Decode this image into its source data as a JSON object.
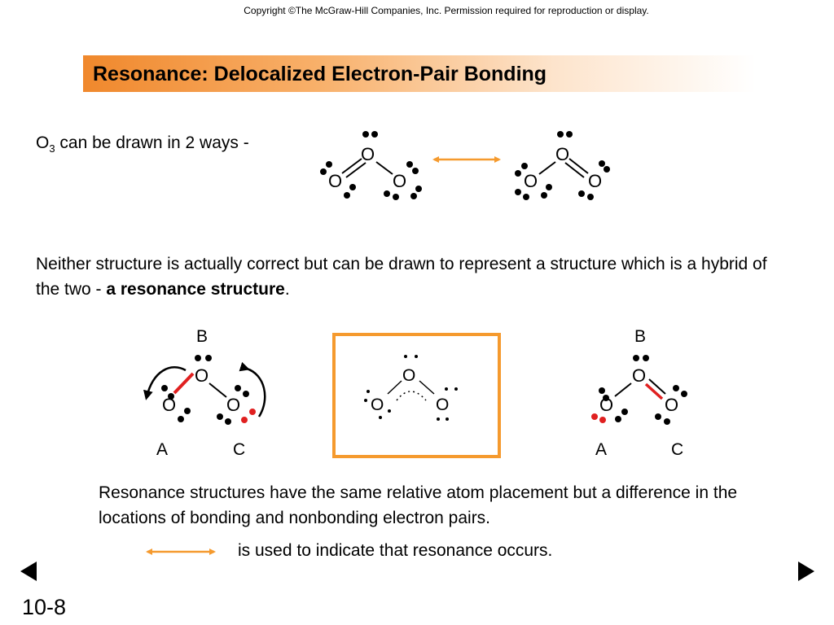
{
  "copyright": "Copyright ©The McGraw-Hill Companies, Inc.  Permission required for reproduction or display.",
  "title": "Resonance:  Delocalized Electron-Pair Bonding",
  "intro": {
    "formula_base": "O",
    "formula_sub": "3",
    "text": " can be drawn in 2 ways -"
  },
  "paragraph": {
    "text1": "Neither structure is actually correct but can be drawn to represent a structure which is a hybrid of the two - ",
    "bold": "a resonance structure",
    "end": "."
  },
  "diagram_labels": {
    "left_top": "B",
    "left_a": "A",
    "left_c": "C",
    "right_top": "B",
    "right_a": "A",
    "right_c": "C"
  },
  "atom_symbol": "O",
  "description": "Resonance structures have the same relative atom placement but a difference in the locations of bonding and nonbonding electron pairs.",
  "arrow_note": "is used to indicate that resonance occurs.",
  "slide_number": "10-8",
  "colors": {
    "title_bar": "#f0882c",
    "arrow": "#f59a2e",
    "highlight": "#e02020",
    "nav": "#1d6b2a"
  },
  "icons": {
    "prev": "triangle-left-icon",
    "next": "triangle-right-icon"
  }
}
